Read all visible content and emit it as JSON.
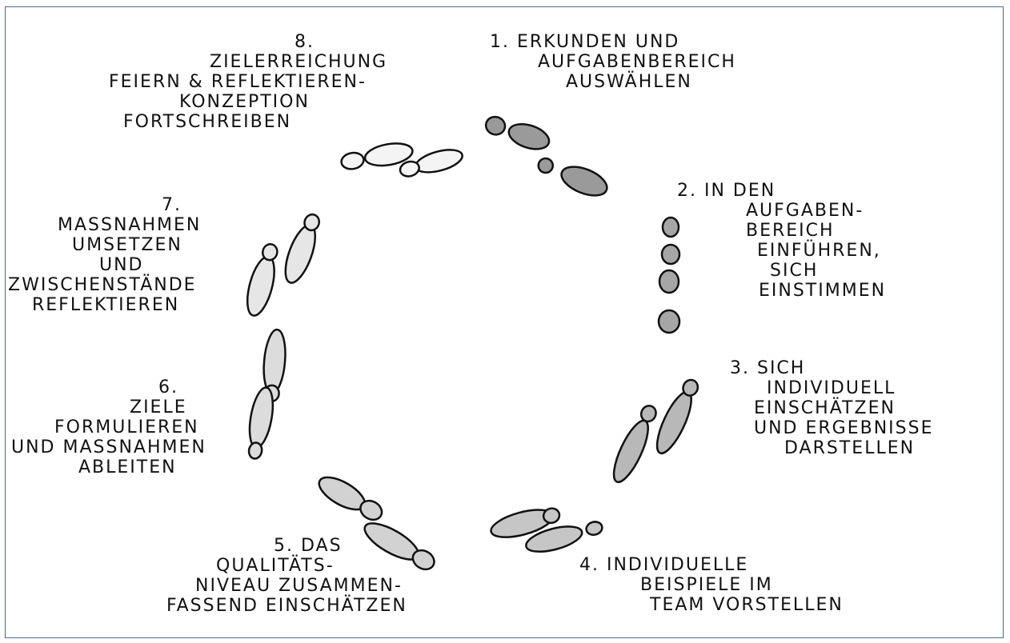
{
  "steps": [
    {
      "lines": [
        "1. ERKUNDEN UND",
        "AUFGABENBEREICH",
        "AUSWÄHLEN"
      ],
      "fill": "#9a9a9a"
    },
    {
      "lines": [
        "2. IN DEN",
        "AUFGABEN-",
        "BEREICH",
        "EINFÜHREN,",
        "SICH",
        "EINSTIMMEN"
      ],
      "fill": "#a6a6a6"
    },
    {
      "lines": [
        "3. SICH",
        "INDIVIDUELL",
        "EINSCHÄTZEN",
        "UND ERGEBNISSE",
        "DARSTELLEN"
      ],
      "fill": "#b8b8b8"
    },
    {
      "lines": [
        "4. INDIVIDUELLE",
        "BEISPIELE IM",
        "TEAM VORSTELLEN"
      ],
      "fill": "#c6c6c6"
    },
    {
      "lines": [
        "5. DAS",
        "QUALITÄTS-",
        "NIVEAU ZUSAMMEN-",
        "FASSEND EINSCHÄTZEN"
      ],
      "fill": "#d2d2d2"
    },
    {
      "lines": [
        "6.",
        "ZIELE",
        "FORMULIEREN",
        "UND MASSNAHMEN",
        "ABLEITEN"
      ],
      "fill": "#dcdcdc"
    },
    {
      "lines": [
        "7.",
        "MASSNAHMEN",
        "UMSETZEN",
        "UND",
        "ZWISCHENSTÄNDE",
        "REFLEKTIEREN"
      ],
      "fill": "#e6e6e6"
    },
    {
      "lines": [
        "8.",
        "ZIELERREICHUNG",
        "FEIERN & REFLEKTIEREN-",
        "KONZEPTION",
        "FORTSCHREIBEN"
      ],
      "fill": "#f4f4f4"
    }
  ]
}
